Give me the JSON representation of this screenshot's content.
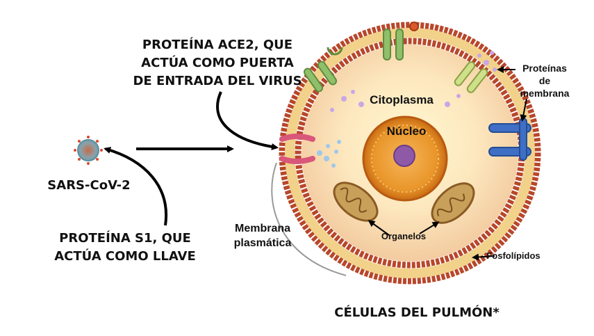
{
  "labels": {
    "ace2_line1": "PROTEÍNA ACE2, QUE",
    "ace2_line2": "ACTÚA COMO PUERTA",
    "ace2_line3": "DE ENTRADA DEL VIRUS",
    "virus": "SARS-CoV-2",
    "s1_line1": "PROTEÍNA S1, QUE",
    "s1_line2": "ACTÚA COMO LLAVE",
    "caption": "CÉLULAS DEL PULMÓN*",
    "citoplasma": "Citoplasma",
    "nucleo": "Núcleo",
    "proteinas_line1": "Proteínas",
    "proteinas_line2": "de",
    "proteinas_line3": "membrana",
    "membrana_line1": "Membrana",
    "membrana_line2": "plasmática",
    "organelos": "Organelos",
    "fosfolipidos": "Fosfolípidos"
  },
  "colors": {
    "membrane_head": "#b8472b",
    "membrane_tail": "#f2d28a",
    "cytoplasm": "#fbe3b8",
    "nucleus": "#e9962a",
    "nucleolus": "#8e5aa8",
    "mitochondria": "#c9a05a",
    "receptor_blue": "#3f6fc4",
    "receptor_green": "#8fbf6a",
    "receptor_pink": "#d9577a"
  }
}
